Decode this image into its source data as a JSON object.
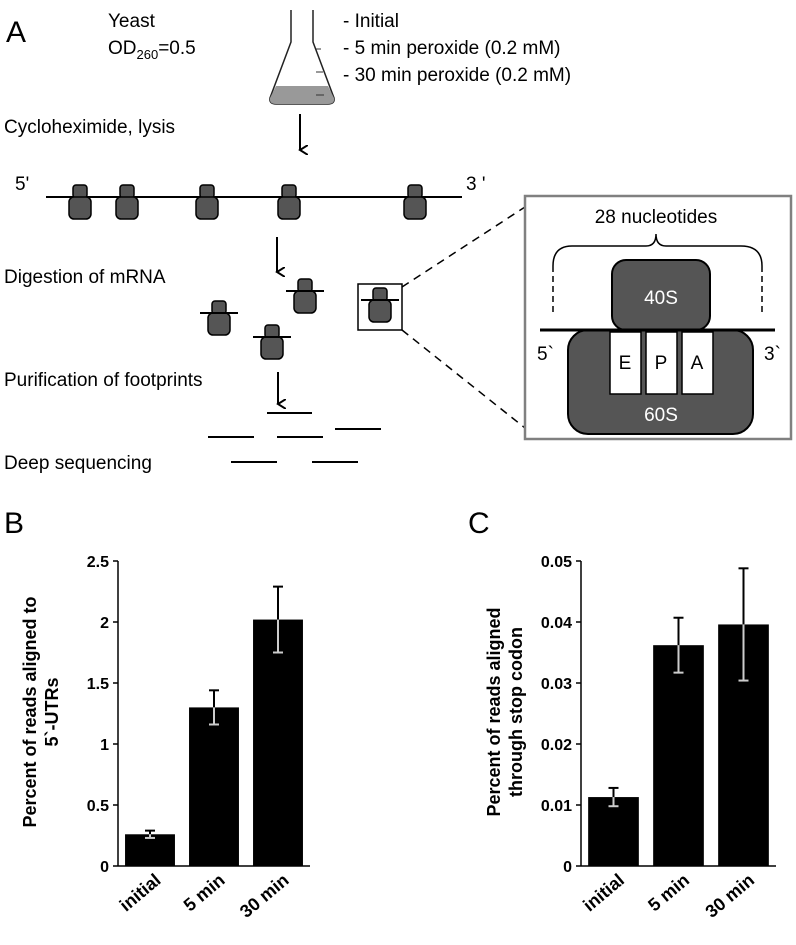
{
  "panel_a": {
    "label": "A",
    "organism": "Yeast",
    "od_prefix": "OD",
    "od_subscript": "260",
    "od_value": "=0.5",
    "conditions": [
      "- Initial",
      "- 5 min peroxide (0.2 mM)",
      "- 30 min peroxide (0.2 mM)"
    ],
    "steps": {
      "cycloheximide": "Cycloheximide, lysis",
      "digestion": "Digestion of mRNA",
      "purification": "Purification of footprints",
      "sequencing": "Deep sequencing"
    },
    "mrna_5_prime": "5'",
    "mrna_3_prime": "3 '",
    "inset": {
      "span_label": "28 nucleotides",
      "small_subunit": "40S",
      "large_subunit": "60S",
      "sites": [
        "E",
        "P",
        "A"
      ],
      "end_5": "5`",
      "end_3": "3`"
    }
  },
  "colors": {
    "ribosome": "#555555",
    "bar": "#000000",
    "error_bar_light": "#cccccc",
    "inset_border": "#808080"
  },
  "chart_data": [
    {
      "panel_label": "B",
      "type": "bar",
      "categories": [
        "initial",
        "5 min",
        "30 min"
      ],
      "values": [
        0.26,
        1.3,
        2.02
      ],
      "errors": [
        0.03,
        0.14,
        0.27
      ],
      "ylabel_line1": "Percent of reads aligned to",
      "ylabel_line2": "5`-UTRs",
      "ylim": [
        0,
        2.5
      ],
      "yticks": [
        "0",
        "0.5",
        "1",
        "1.5",
        "2",
        "2.5"
      ],
      "grid": false
    },
    {
      "panel_label": "C",
      "type": "bar",
      "categories": [
        "initial",
        "5 min",
        "30 min"
      ],
      "values": [
        0.0113,
        0.0362,
        0.0396
      ],
      "errors": [
        0.0015,
        0.0045,
        0.0092
      ],
      "ylabel_line1": "Percent of reads aligned",
      "ylabel_line2": "through stop codon",
      "ylim": [
        0,
        0.05
      ],
      "yticks": [
        "0",
        "0.01",
        "0.02",
        "0.03",
        "0.04",
        "0.05"
      ],
      "grid": false
    }
  ]
}
